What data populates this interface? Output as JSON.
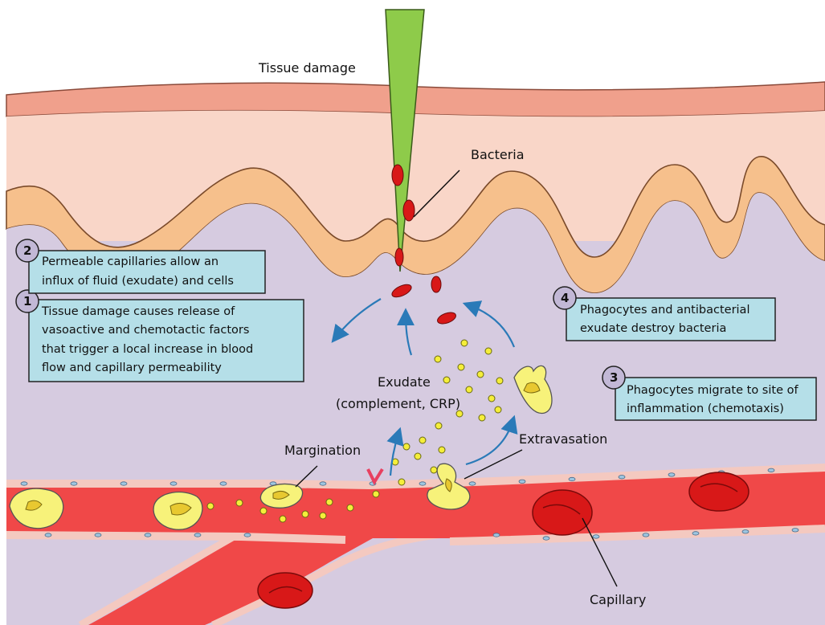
{
  "labels": {
    "tissue_damage": "Tissue damage",
    "bacteria": "Bacteria",
    "exudate_line1": "Exudate",
    "exudate_line2": "(complement, CRP)",
    "margination": "Margination",
    "extravasation": "Extravasation",
    "capillary": "Capillary"
  },
  "steps": [
    {
      "number": "1",
      "lines": [
        "Tissue damage causes release of",
        "vasoactive and chemotactic factors",
        "that trigger a local increase in blood",
        "flow and capillary permeability"
      ]
    },
    {
      "number": "2",
      "lines": [
        "Permeable capillaries allow an",
        "influx of fluid (exudate) and cells"
      ]
    },
    {
      "number": "3",
      "lines": [
        "Phagocytes migrate to site of",
        "inflammation (chemotaxis)"
      ]
    },
    {
      "number": "4",
      "lines": [
        "Phagocytes and antibacterial",
        "exudate destroy bacteria"
      ]
    }
  ],
  "colors": {
    "tissue_bg": "#d6cbe0",
    "skin_surface": "#f0a08c",
    "dermis": "#f9d6c8",
    "epidermis_band": "#f6c08c",
    "capillary_blood": "#f04848",
    "capillary_wall": "#f4c9c0",
    "needle": "#8ecb4a",
    "bacteria": "#d81818",
    "exudate": "#f5ee3a",
    "phagocyte": "#f7f27a",
    "box_fill": "#b5dfe8",
    "number_badge": "#c2b8d6",
    "arrow": "#2a7ab8"
  }
}
